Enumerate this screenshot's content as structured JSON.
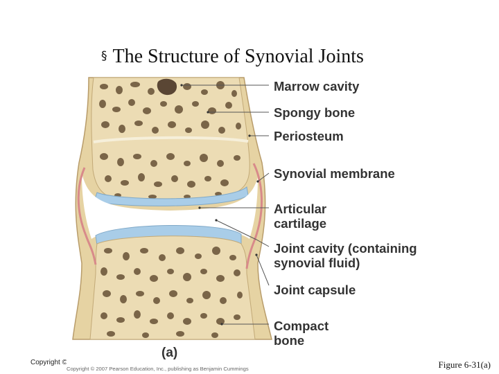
{
  "title": "The Structure of Synovial Joints",
  "title_bullet": "§",
  "labels": {
    "marrow_cavity": "Marrow cavity",
    "spongy_bone": "Spongy bone",
    "periosteum": "Periosteum",
    "synovial_membrane": "Synovial membrane",
    "articular_cartilage_1": "Articular",
    "articular_cartilage_2": "cartilage",
    "joint_cavity_1": "Joint cavity (containing",
    "joint_cavity_2": "synovial fluid)",
    "joint_capsule": "Joint capsule",
    "compact_bone_1": "Compact",
    "compact_bone_2": "bone"
  },
  "panel_label": "(a)",
  "copyright_left": "Copyright ©",
  "copyright_publisher": "Copyright © 2007 Pearson Education, Inc., publishing as Benjamin Cummings",
  "figure_ref": "Figure 6-31(a)",
  "colors": {
    "bone": "#e8d9b0",
    "bone_edge": "#c9b58a",
    "pores": "#7a6548",
    "cartilage": "#a9cde8",
    "membrane": "#d88a8a",
    "leader": "#555555"
  }
}
